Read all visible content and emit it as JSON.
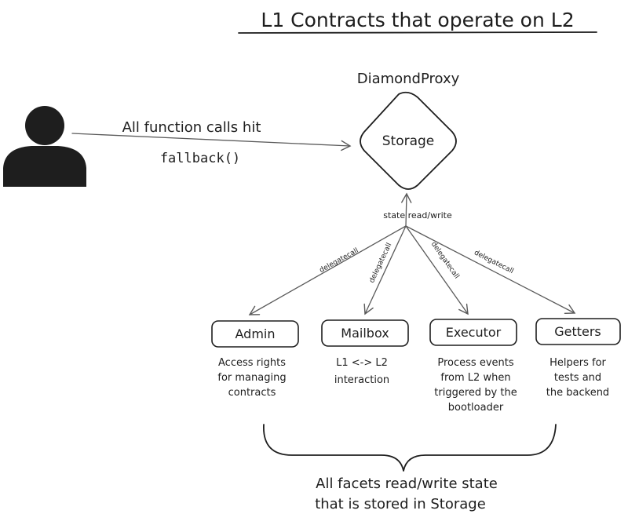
{
  "title": "L1 Contracts that operate on L2",
  "user": {
    "icon": "user-icon",
    "call_label": "All function calls hit",
    "fallback_label": "fallback()"
  },
  "proxy": {
    "name": "DiamondProxy",
    "storage_label": "Storage",
    "state_label": "state read/write"
  },
  "edges": {
    "delegate_label": "delegatecall"
  },
  "facets": [
    {
      "name": "Admin",
      "description": [
        "Access rights",
        "for managing",
        "contracts"
      ]
    },
    {
      "name": "Mailbox",
      "description": [
        "L1 <-> L2",
        "interaction"
      ]
    },
    {
      "name": "Executor",
      "description": [
        "Process events",
        "from L2 when",
        "triggered by the",
        "bootloader"
      ]
    },
    {
      "name": "Getters",
      "description": [
        "Helpers for",
        "tests and",
        "the backend"
      ]
    }
  ],
  "footer": {
    "lines": [
      "All facets read/write state",
      "that is stored in Storage"
    ]
  },
  "colors": {
    "ink": "#1e1e1e",
    "arrow": "#5a5a5a",
    "background": "#ffffff"
  }
}
